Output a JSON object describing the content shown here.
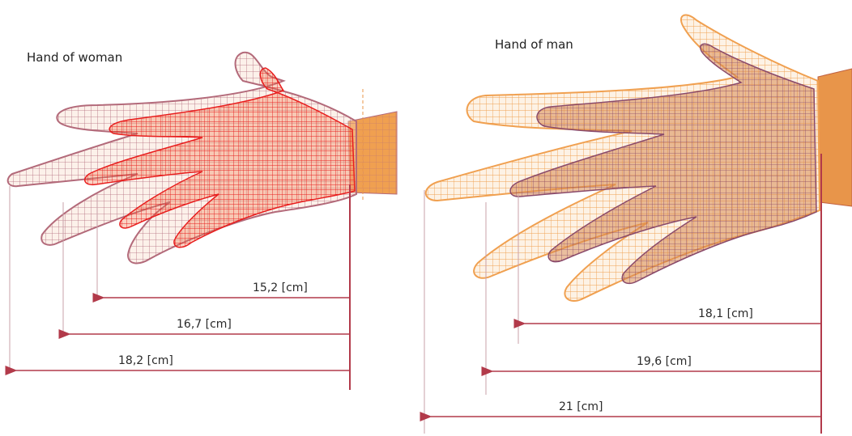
{
  "panels": [
    {
      "title": "Hand of woman",
      "measurements": [
        "15,2 [cm]",
        "16,7 [cm]",
        "18,2 [cm]"
      ],
      "colors": {
        "outer_mesh": "#b36a7a",
        "inner_mesh": "#e81e1e",
        "skin": "#f0a050",
        "arrow": "#b23a4a"
      }
    },
    {
      "title": "Hand of man",
      "measurements": [
        "18,1 [cm]",
        "19,6 [cm]",
        "21 [cm]"
      ],
      "colors": {
        "outer_mesh": "#f0a050",
        "inner_mesh": "#8a4a6a",
        "skin": "#e8954a",
        "arrow": "#b23a4a"
      }
    }
  ]
}
